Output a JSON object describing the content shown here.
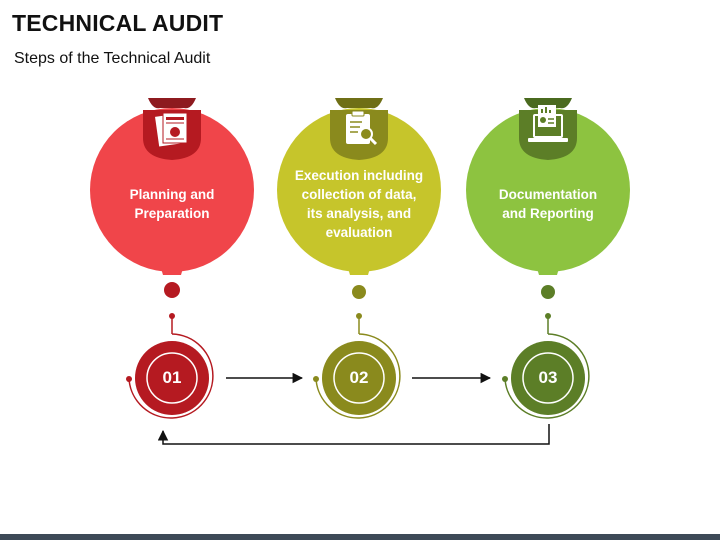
{
  "title": "TECHNICAL AUDIT",
  "subtitle": "Steps of the Technical Audit",
  "steps": [
    {
      "text": "Planning and\nPreparation",
      "number": "01",
      "icon": "document-chart-icon",
      "color": "#f0454a",
      "dark": "#b51a21"
    },
    {
      "text": "Execution including\ncollection of data,\nits analysis, and\nevaluation",
      "number": "02",
      "icon": "clipboard-magnifier-icon",
      "color": "#c6c52b",
      "dark": "#8a8a1d"
    },
    {
      "text": "Documentation\nand Reporting",
      "number": "03",
      "icon": "laptop-report-icon",
      "color": "#8dc340",
      "dark": "#5c7e27"
    }
  ]
}
